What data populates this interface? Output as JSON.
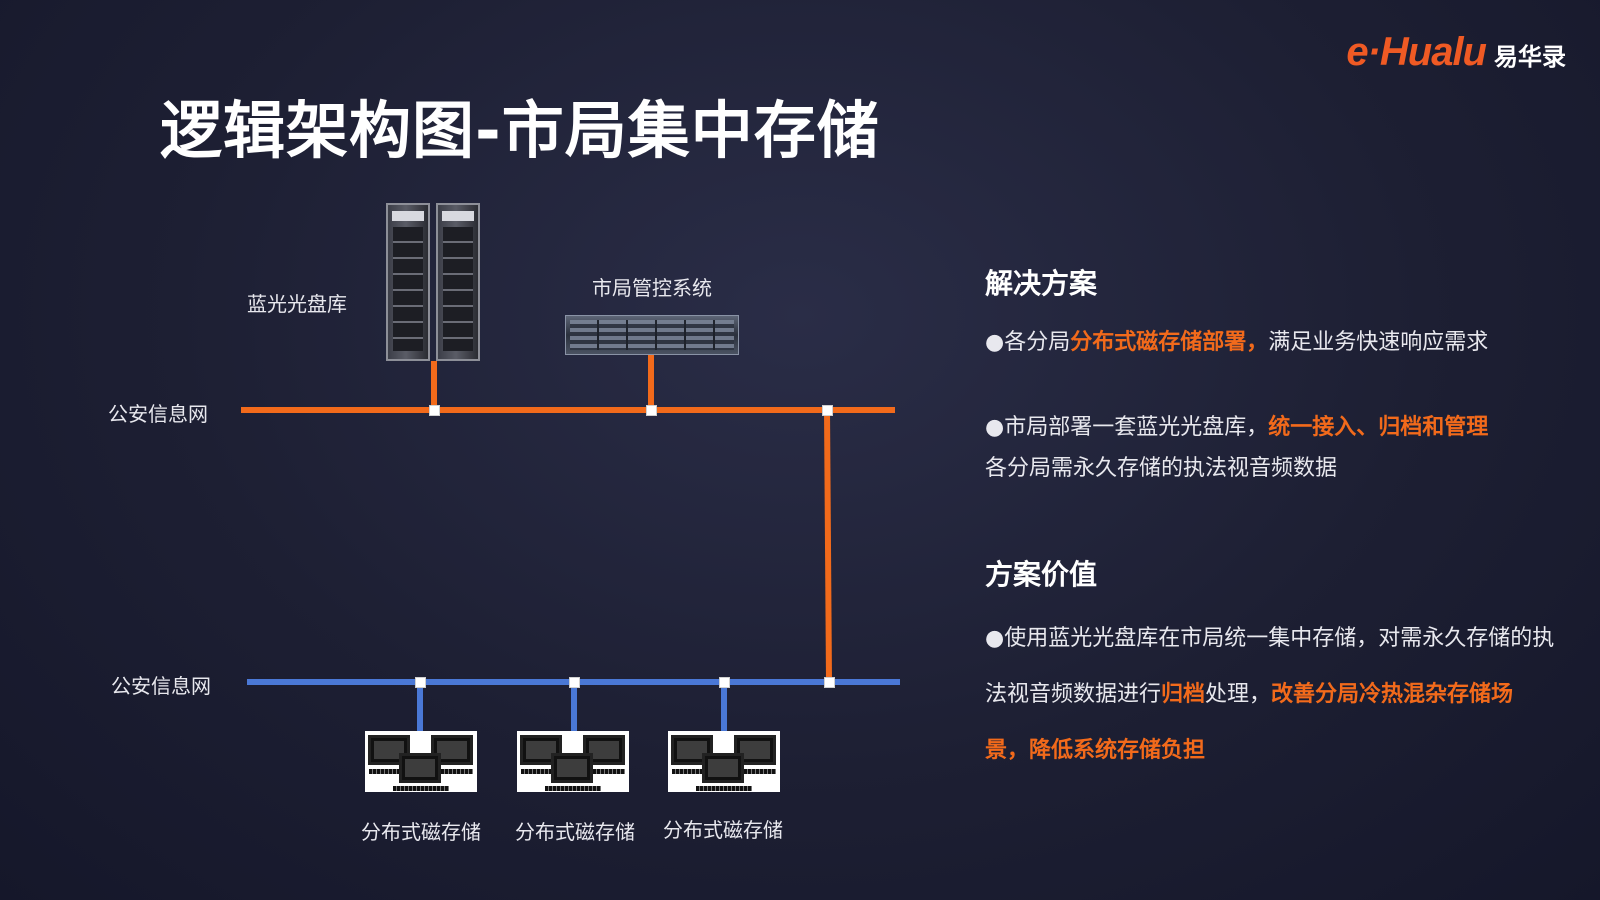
{
  "brand": {
    "logo_text": "e·Hualu",
    "logo_cn": "易华录",
    "accent_color": "#ef5a24"
  },
  "title": "逻辑架构图-市局集中存储",
  "diagram": {
    "bluray_library_label": "蓝光光盘库",
    "control_system_label": "市局管控系统",
    "network_top_label": "公安信息网",
    "network_bottom_label": "公安信息网",
    "storage_labels": [
      "分布式磁存储",
      "分布式磁存储",
      "分布式磁存储"
    ],
    "colors": {
      "top_network": "#f26a1b",
      "bottom_network": "#4a78d6",
      "link": "#f26a1b"
    }
  },
  "panel": {
    "solution_heading": "解决方案",
    "solution_1": {
      "bullet": "●",
      "pre": "各分局",
      "highlight": "分布式磁存储部署，",
      "post": "满足业务快速响应需求"
    },
    "solution_2": {
      "bullet": "●",
      "pre": "市局部署一套蓝光光盘库，",
      "highlight": "统一接入、归档和管理",
      "line2": "各分局需永久存储的执法视音频数据"
    },
    "value_heading": "方案价值",
    "value_1": {
      "bullet": "●",
      "text_a": "使用蓝光光盘库在市局统一集中存储，对需永久存储的执法视音频数据进行",
      "hl_a": "归档",
      "text_b": "处理，",
      "hl_b": "改善分局冷热混杂存储场景，降低系统存储负担"
    }
  }
}
